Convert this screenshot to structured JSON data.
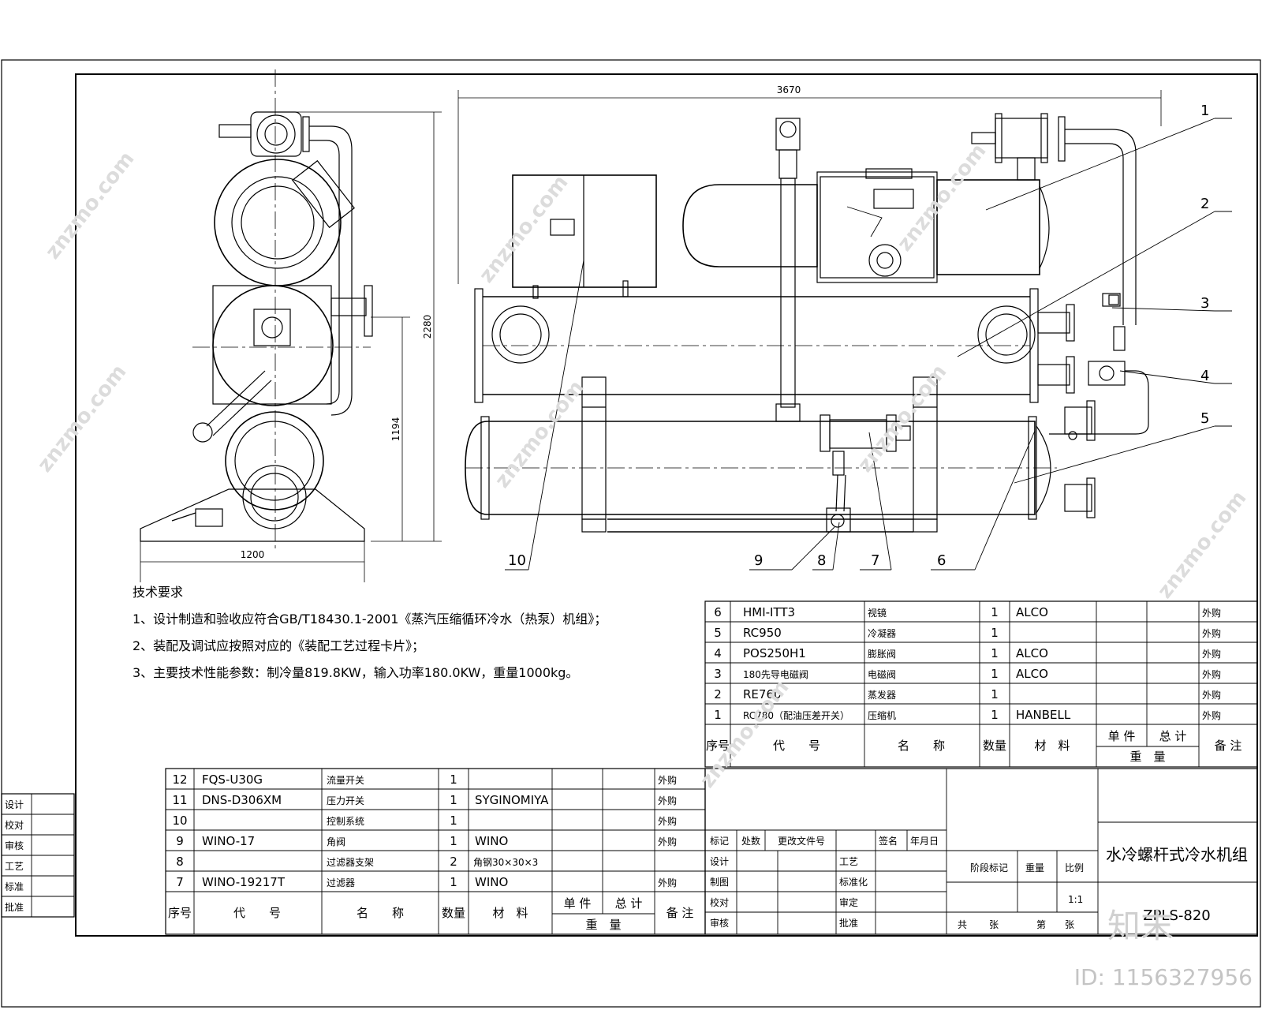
{
  "dimensions": {
    "width_total": "3670",
    "height_total": "2280",
    "height_axis": "1194",
    "width_side": "1200"
  },
  "balloons": [
    "1",
    "2",
    "3",
    "4",
    "5",
    "6",
    "7",
    "8",
    "9",
    "10"
  ],
  "notes": {
    "title": "技术要求",
    "items": [
      "1、设计制造和验收应符合GB/T18430.1-2001《蒸汽压缩循环冷水（热泵）机组》；",
      "2、装配及调试应按照对应的《装配工艺过程卡片》；",
      "3、主要技术性能参数：制冷量819.8KW，输入功率180.0KW，重量1000kg。"
    ]
  },
  "bom_upper": {
    "rows": [
      {
        "no": "6",
        "code": "HMI-ITT3",
        "name": "视镜",
        "qty": "1",
        "material": "ALCO",
        "remark": "外购"
      },
      {
        "no": "5",
        "code": "RC950",
        "name": "冷凝器",
        "qty": "1",
        "material": "",
        "remark": "外购"
      },
      {
        "no": "4",
        "code": "POS250H1",
        "name": "膨胀阀",
        "qty": "1",
        "material": "ALCO",
        "remark": "外购"
      },
      {
        "no": "3",
        "code": "180先导电磁阀",
        "name": "电磁阀",
        "qty": "1",
        "material": "ALCO",
        "remark": "外购"
      },
      {
        "no": "2",
        "code": "RE760",
        "name": "蒸发器",
        "qty": "1",
        "material": "",
        "remark": "外购"
      },
      {
        "no": "1",
        "code": "RC780（配油压差开关）",
        "name": "压缩机",
        "qty": "1",
        "material": "HANBELL",
        "remark": "外购"
      }
    ],
    "header": {
      "no": "序号",
      "code": "代　　号",
      "name": "名　　称",
      "qty": "数量",
      "material": "材　料",
      "unit": "单 件",
      "total": "总 计",
      "weight": "重　量",
      "remark": "备 注"
    }
  },
  "bom_lower": {
    "rows": [
      {
        "no": "12",
        "code": "FQS-U30G",
        "name": "流量开关",
        "qty": "1",
        "material": "",
        "remark": "外购"
      },
      {
        "no": "11",
        "code": "DNS-D306XM",
        "name": "压力开关",
        "qty": "1",
        "material": "SYGINOMIYA",
        "remark": "外购"
      },
      {
        "no": "10",
        "code": "",
        "name": "控制系统",
        "qty": "1",
        "material": "",
        "remark": "外购"
      },
      {
        "no": "9",
        "code": "WINO-17",
        "name": "角阀",
        "qty": "1",
        "material": "WINO",
        "remark": "外购"
      },
      {
        "no": "8",
        "code": "",
        "name": "过滤器支架",
        "qty": "2",
        "material": "角钢30×30×3",
        "remark": ""
      },
      {
        "no": "7",
        "code": "WINO-19217T",
        "name": "过滤器",
        "qty": "1",
        "material": "WINO",
        "remark": "外购"
      }
    ],
    "header": {
      "no": "序号",
      "code": "代　　号",
      "name": "名　　称",
      "qty": "数量",
      "material": "材　料",
      "unit": "单 件",
      "total": "总 计",
      "weight": "重　量",
      "remark": "备 注"
    }
  },
  "signoff": {
    "left_labels": [
      "设计",
      "校对",
      "审核",
      "工艺",
      "标准",
      "批准"
    ],
    "rev_header": [
      "标记",
      "处数",
      "更改文件号",
      "签名",
      "年月日"
    ],
    "roles_a": [
      "设计",
      "制图",
      "校对",
      "审核"
    ],
    "roles_b": [
      "工艺",
      "标准化",
      "审定",
      "批准"
    ],
    "stage_header": [
      "阶段标记",
      "重量",
      "比例"
    ],
    "scale": "1:1",
    "sheet_text": [
      "共",
      "张",
      "第",
      "张"
    ]
  },
  "title_block": {
    "title": "水冷螺杆式冷水机组",
    "drawing_no": "ZPLS-820"
  },
  "watermark": {
    "text": "znzmo.com",
    "logo": "知末",
    "id": "ID: 1156327956"
  }
}
